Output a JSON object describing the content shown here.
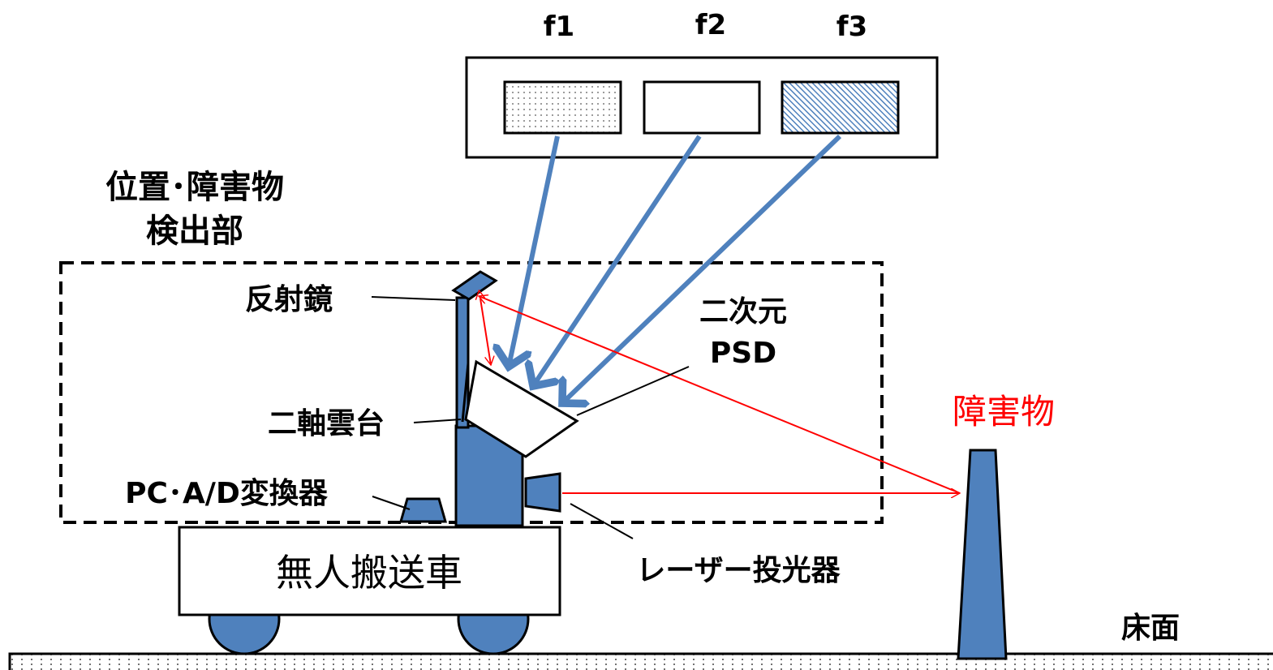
{
  "labels": {
    "filter_f1": "f1",
    "filter_f2": "f2",
    "filter_f3": "f3",
    "detector_title_line1": "位置･障害物",
    "detector_title_line2": "検出部",
    "mirror": "反射鏡",
    "psd_line1": "二次元",
    "psd_line2": "PSD",
    "pan_tilt": "二軸雲台",
    "pc_ad": "PC･A/D変換器",
    "agv": "無人搬送車",
    "laser": "レーザー投光器",
    "obstacle": "障害物",
    "floor": "床面"
  },
  "colors": {
    "blue_fill": "#4f81bd",
    "blue_arrow": "#4f81bd",
    "beam_red": "#ff0000",
    "obstacle_label": "#ff0000",
    "outline": "#000000"
  }
}
